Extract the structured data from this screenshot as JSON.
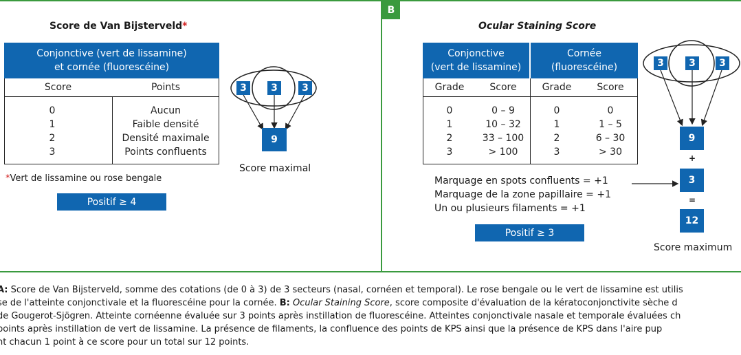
{
  "panel_a": {
    "title": "Score de Van Bijsterveld",
    "title_star": "*",
    "header_line1": "Conjonctive (vert de lissamine)",
    "header_line2": "et cornée (fluorescéine)",
    "col_score": "Score",
    "col_points": "Points",
    "rows": [
      {
        "score": "0",
        "points": "Aucun"
      },
      {
        "score": "1",
        "points": "Faible densité"
      },
      {
        "score": "2",
        "points": "Densité maximale"
      },
      {
        "score": "3",
        "points": "Points confluents"
      }
    ],
    "footnote_star": "*",
    "footnote": "Vert de lissamine ou rose bengale",
    "positive": "Positif ≥ 4",
    "diagram": {
      "sectors": [
        "3",
        "3",
        "3"
      ],
      "total": "9",
      "label": "Score maximal"
    }
  },
  "panel_b": {
    "badge": "B",
    "title": "Ocular Staining Score",
    "conj_line1": "Conjonctive",
    "conj_line2": "(vert de lissamine)",
    "corn_line1": "Cornée",
    "corn_line2": "(fluorescéine)",
    "col_grade": "Grade",
    "col_score": "Score",
    "col_grade2": "Grade",
    "col_score2": "Score",
    "rows": [
      {
        "g1": "0",
        "s1": "0 – 9",
        "g2": "0",
        "s2": "0"
      },
      {
        "g1": "1",
        "s1": "10 – 32",
        "g2": "1",
        "s2": "1 – 5"
      },
      {
        "g1": "2",
        "s1": "33 – 100",
        "g2": "2",
        "s2": "6 – 30"
      },
      {
        "g1": "3",
        "s1": "> 100",
        "g2": "3",
        "s2": "> 30"
      }
    ],
    "extra1": "Marquage en spots confluents = +1",
    "extra2": "Marquage de la zone papillaire = +1",
    "extra3": "Un ou plusieurs filaments = +1",
    "positive": "Positif ≥ 3",
    "diagram": {
      "sectors": [
        "3",
        "3",
        "3"
      ],
      "total1": "9",
      "plus": "+",
      "total2": "3",
      "equals": "=",
      "total3": "12",
      "label": "Score maximum"
    }
  },
  "caption": {
    "l1a": "A:",
    "l1b": " Score de Van Bijsterveld, somme des cotations (de 0 à 3) de 3 secteurs (nasal, cornéen et temporal). Le rose bengale ou le vert de lissamine est utilis",
    "l2a": "se de l'atteinte conjonctivale et la fluorescéine pour la cornée. ",
    "l2b": "B:",
    "l2c": " ",
    "l2d": "Ocular Staining Score",
    "l2e": ", score composite d'évaluation de la kératoconjonctivite sèche d",
    "l3": " de Gougerot-Sjögren. Atteinte cornéenne évaluée sur 3 points après instillation de fluorescéine. Atteintes conjonctivale nasale et temporale évaluées ch",
    "l4": "points après instillation de vert de lissamine. La présence de filaments, la confluence des points de KPS ainsi que la présence de KPS dans l'aire pup",
    "l5": "nt chacun 1 point à ce score pour un total sur 12 points."
  }
}
